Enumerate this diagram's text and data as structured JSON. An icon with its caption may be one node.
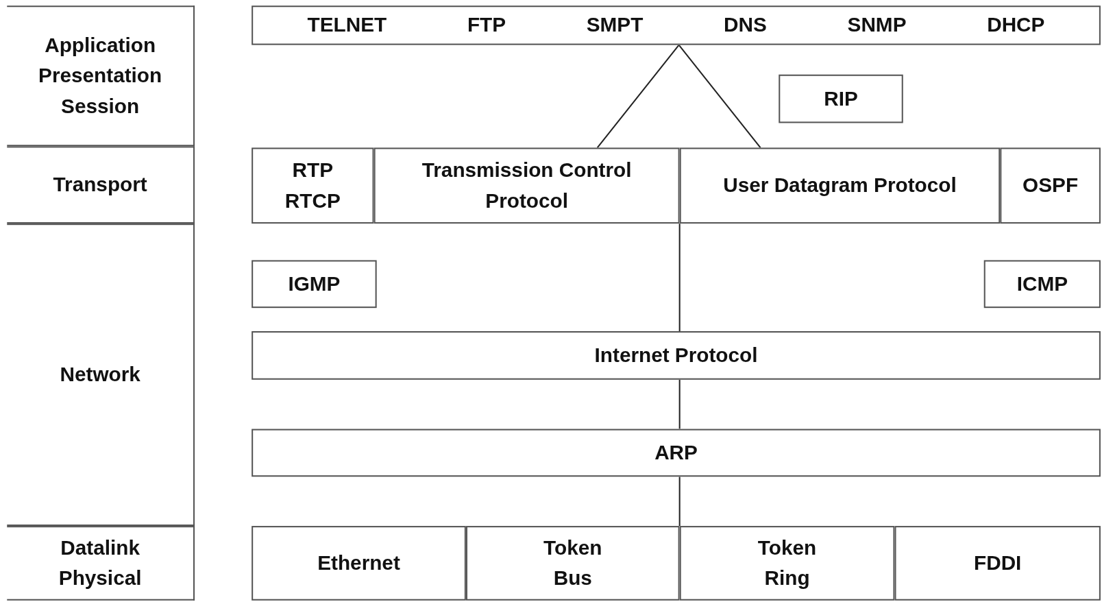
{
  "diagram": {
    "nodes": [
      {
        "text": [
          "Application Presentation Session"
        ]
      },
      {
        "text": [
          "Transport"
        ]
      },
      {
        "text": [
          "Network"
        ]
      },
      {
        "text": [
          "Datalink Physical"
        ]
      },
      {
        "text": [
          "TELNET",
          "FTP",
          "SMPT",
          "DNS",
          "SNMP",
          "DHCP"
        ]
      },
      {
        "text": [
          "RIP"
        ]
      },
      {
        "text": [
          "RTP RTCP"
        ]
      },
      {
        "text": [
          "Transmission Control Protocol"
        ]
      },
      {
        "text": [
          "User Datagram Protocol"
        ]
      },
      {
        "text": [
          "OSPF"
        ]
      },
      {
        "text": [
          "IGMP"
        ]
      },
      {
        "text": [
          "ICMP"
        ]
      },
      {
        "text": [
          "Internet Protocol"
        ]
      },
      {
        "text": [
          "ARP"
        ]
      },
      {
        "text": [
          "Ethernet"
        ]
      },
      {
        "text": [
          "Token Bus"
        ]
      },
      {
        "text": [
          "Token Ring"
        ]
      },
      {
        "text": [
          "FDDI"
        ]
      }
    ],
    "edges": [
      {
        "from": 4,
        "to": 7,
        "arrow": "none"
      },
      {
        "from": 4,
        "to": 8,
        "arrow": "none"
      },
      {
        "from": 7,
        "to": 12,
        "arrow": "none"
      },
      {
        "from": 8,
        "to": 12,
        "arrow": "none"
      },
      {
        "from": 12,
        "to": 13,
        "arrow": "none"
      },
      {
        "from": 13,
        "to": 15,
        "arrow": "none"
      },
      {
        "from": 13,
        "to": 16,
        "arrow": "none"
      }
    ]
  }
}
